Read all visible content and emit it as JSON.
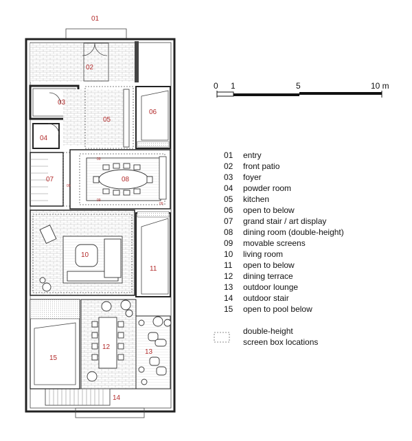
{
  "rooms": [
    {
      "num": "01",
      "name": "entry"
    },
    {
      "num": "02",
      "name": "front patio"
    },
    {
      "num": "03",
      "name": "foyer"
    },
    {
      "num": "04",
      "name": "powder room"
    },
    {
      "num": "05",
      "name": "kitchen"
    },
    {
      "num": "06",
      "name": "open to below"
    },
    {
      "num": "07",
      "name": "grand stair / art display"
    },
    {
      "num": "08",
      "name": "dining room (double-height)"
    },
    {
      "num": "09",
      "name": "movable screens"
    },
    {
      "num": "10",
      "name": "living room"
    },
    {
      "num": "11",
      "name": "open to below"
    },
    {
      "num": "12",
      "name": "dining terrace"
    },
    {
      "num": "13",
      "name": "outdoor lounge"
    },
    {
      "num": "14",
      "name": "outdoor stair"
    },
    {
      "num": "15",
      "name": "open to pool below"
    }
  ],
  "screen_labels": [
    "09",
    "09",
    "09",
    "09"
  ],
  "screen_legend": [
    "double-height",
    "screen box locations"
  ],
  "scale_bar": {
    "ticks": [
      "0",
      "1",
      "5",
      "10 m"
    ]
  },
  "colors": {
    "label_red": "#b22a2a",
    "line": "#222222",
    "brick": "#bdbdbd"
  }
}
